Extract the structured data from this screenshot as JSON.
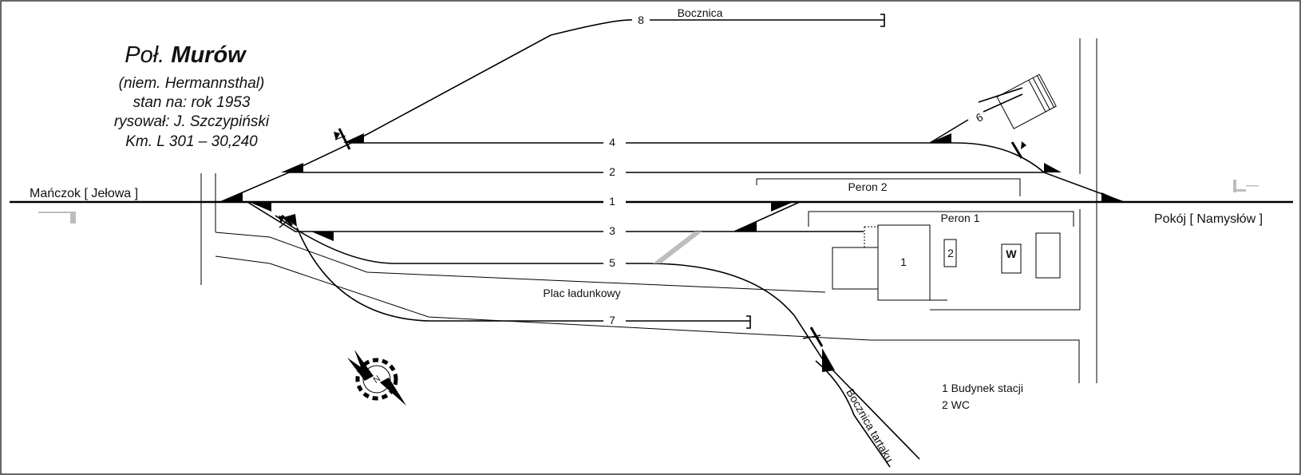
{
  "title": {
    "prefix": "Poł.",
    "name": "Murów",
    "subtitle": "(niem. Hermannsthal)",
    "status": "stan na: rok 1953",
    "author": "rysował: J. Szczypiński",
    "km": "Km. L 301 – 30,240"
  },
  "directions": {
    "west": "Mańczok [ Jełowa ]",
    "east": "Pokój [ Namysłów ]"
  },
  "tracks": [
    "1",
    "2",
    "3",
    "4",
    "5",
    "6",
    "7",
    "8"
  ],
  "labels": {
    "siding": "Bocznica",
    "platform_2": "Peron 2",
    "platform_1": "Peron 1",
    "loading_yard": "Plac ładunkowy",
    "sawmill_siding": "Bocznica tartaku",
    "bldg_1": "1",
    "bldg_2": "2",
    "bldg_w": "W"
  },
  "legend": [
    "1 Budynek stacji",
    "2 WC"
  ],
  "compass": {
    "label": "N"
  }
}
